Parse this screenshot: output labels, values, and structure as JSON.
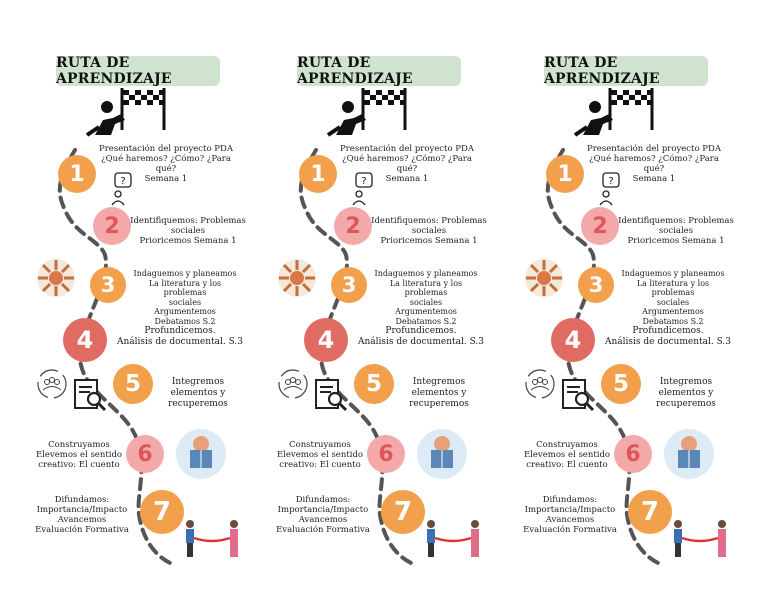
{
  "title": "RUTA DE APRENDIZAJE",
  "colors": {
    "orange": "#f2a04c",
    "pink": "#f3a9a9",
    "red": "#e06b63",
    "path": "#555555",
    "title_bg": "#cfe3cf"
  },
  "steps": [
    {
      "number": "1",
      "lines": [
        "Presentación del proyecto PDA",
        "¿Qué haremos? ¿Cómo? ¿Para qué?",
        "Semana 1"
      ]
    },
    {
      "number": "2",
      "lines": [
        "Identifiquemos: Problemas",
        "sociales",
        "Prioricemos Semana 1"
      ]
    },
    {
      "number": "3",
      "lines": [
        "Indaguemos y planeamos",
        "La literatura y los problemas",
        "sociales",
        "Argumentemos",
        "Debatamos S.2"
      ]
    },
    {
      "number": "4",
      "lines": [
        "Profundicemos.",
        "Análisis de documental. S.3"
      ]
    },
    {
      "number": "5",
      "lines": [
        "Integremos",
        "elementos y",
        "recuperemos"
      ]
    },
    {
      "number": "6",
      "lines": [
        "Construyamos",
        "Elevemos el sentido",
        "creativo: El cuento"
      ]
    },
    {
      "number": "7",
      "lines": [
        "Difundamos:",
        "Importancia/Impacto",
        "Avancemos",
        "Evaluación Formativa"
      ]
    }
  ],
  "icons": [
    "runner-icon",
    "finish-flag-icon",
    "question-person-icon",
    "team-hands-icon",
    "group-cycle-icon",
    "document-search-icon",
    "reading-person-icon",
    "ribbon-cutting-icon"
  ]
}
